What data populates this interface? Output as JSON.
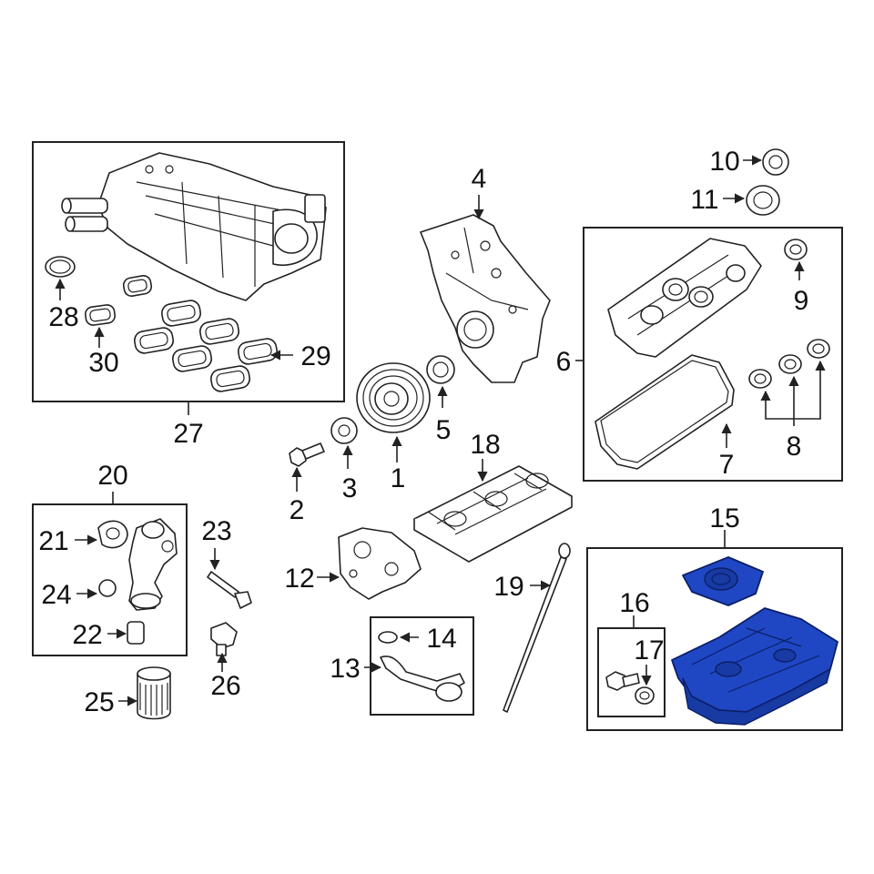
{
  "callouts": {
    "p1": "1",
    "p2": "2",
    "p3": "3",
    "p4": "4",
    "p5": "5",
    "p6": "6",
    "p7": "7",
    "p8": "8",
    "p9": "9",
    "p10": "10",
    "p11": "11",
    "p12": "12",
    "p13": "13",
    "p14": "14",
    "p15": "15",
    "p16": "16",
    "p17": "17",
    "p18": "18",
    "p19": "19",
    "p20": "20",
    "p21": "21",
    "p22": "22",
    "p23": "23",
    "p24": "24",
    "p25": "25",
    "p26": "26",
    "p27": "27",
    "p28": "28",
    "p29": "29",
    "p30": "30"
  },
  "highlight_color": "#1f47c4"
}
